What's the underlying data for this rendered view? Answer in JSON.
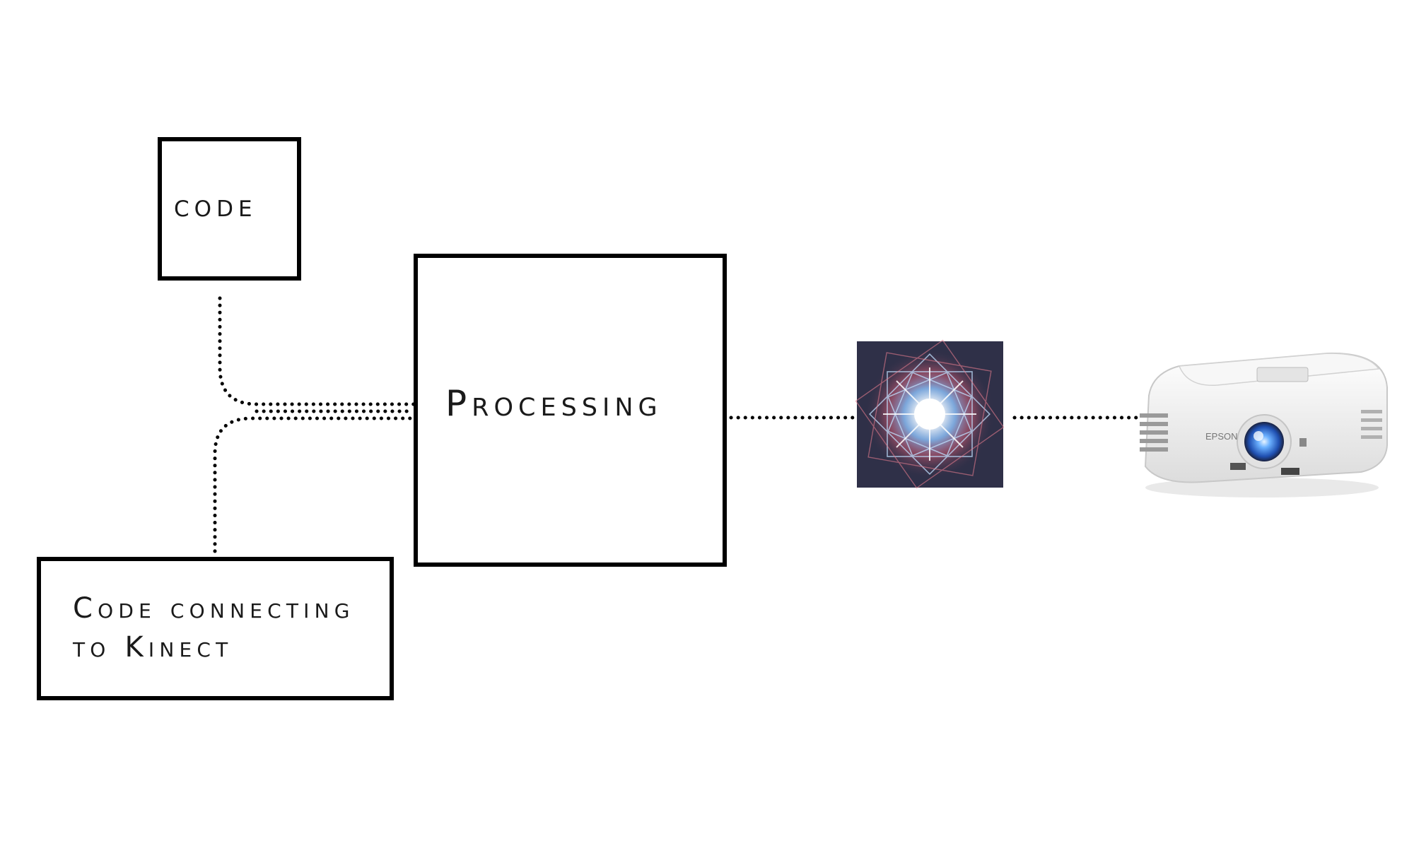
{
  "diagram": {
    "nodes": {
      "code": {
        "label": "code"
      },
      "processing": {
        "label": "Processing"
      },
      "kinect": {
        "line1": "Code connecting",
        "line2": "to Kinect"
      },
      "visual": {
        "icon": "light-burst-icon"
      },
      "projector": {
        "icon": "projector-icon",
        "brand": "EPSON"
      }
    },
    "edges": [
      {
        "from": "code",
        "to": "processing",
        "style": "dotted"
      },
      {
        "from": "kinect",
        "to": "processing",
        "style": "dotted"
      },
      {
        "from": "processing",
        "to": "visual",
        "style": "dotted"
      },
      {
        "from": "visual",
        "to": "projector",
        "style": "dotted"
      }
    ],
    "colors": {
      "stroke": "#000000",
      "visual_bg": "#2f3048",
      "burst_blue": "#3aa0ff",
      "burst_red": "#d05060",
      "projector_body": "#f2f2f2",
      "lens_blue": "#2f6fd6"
    }
  }
}
